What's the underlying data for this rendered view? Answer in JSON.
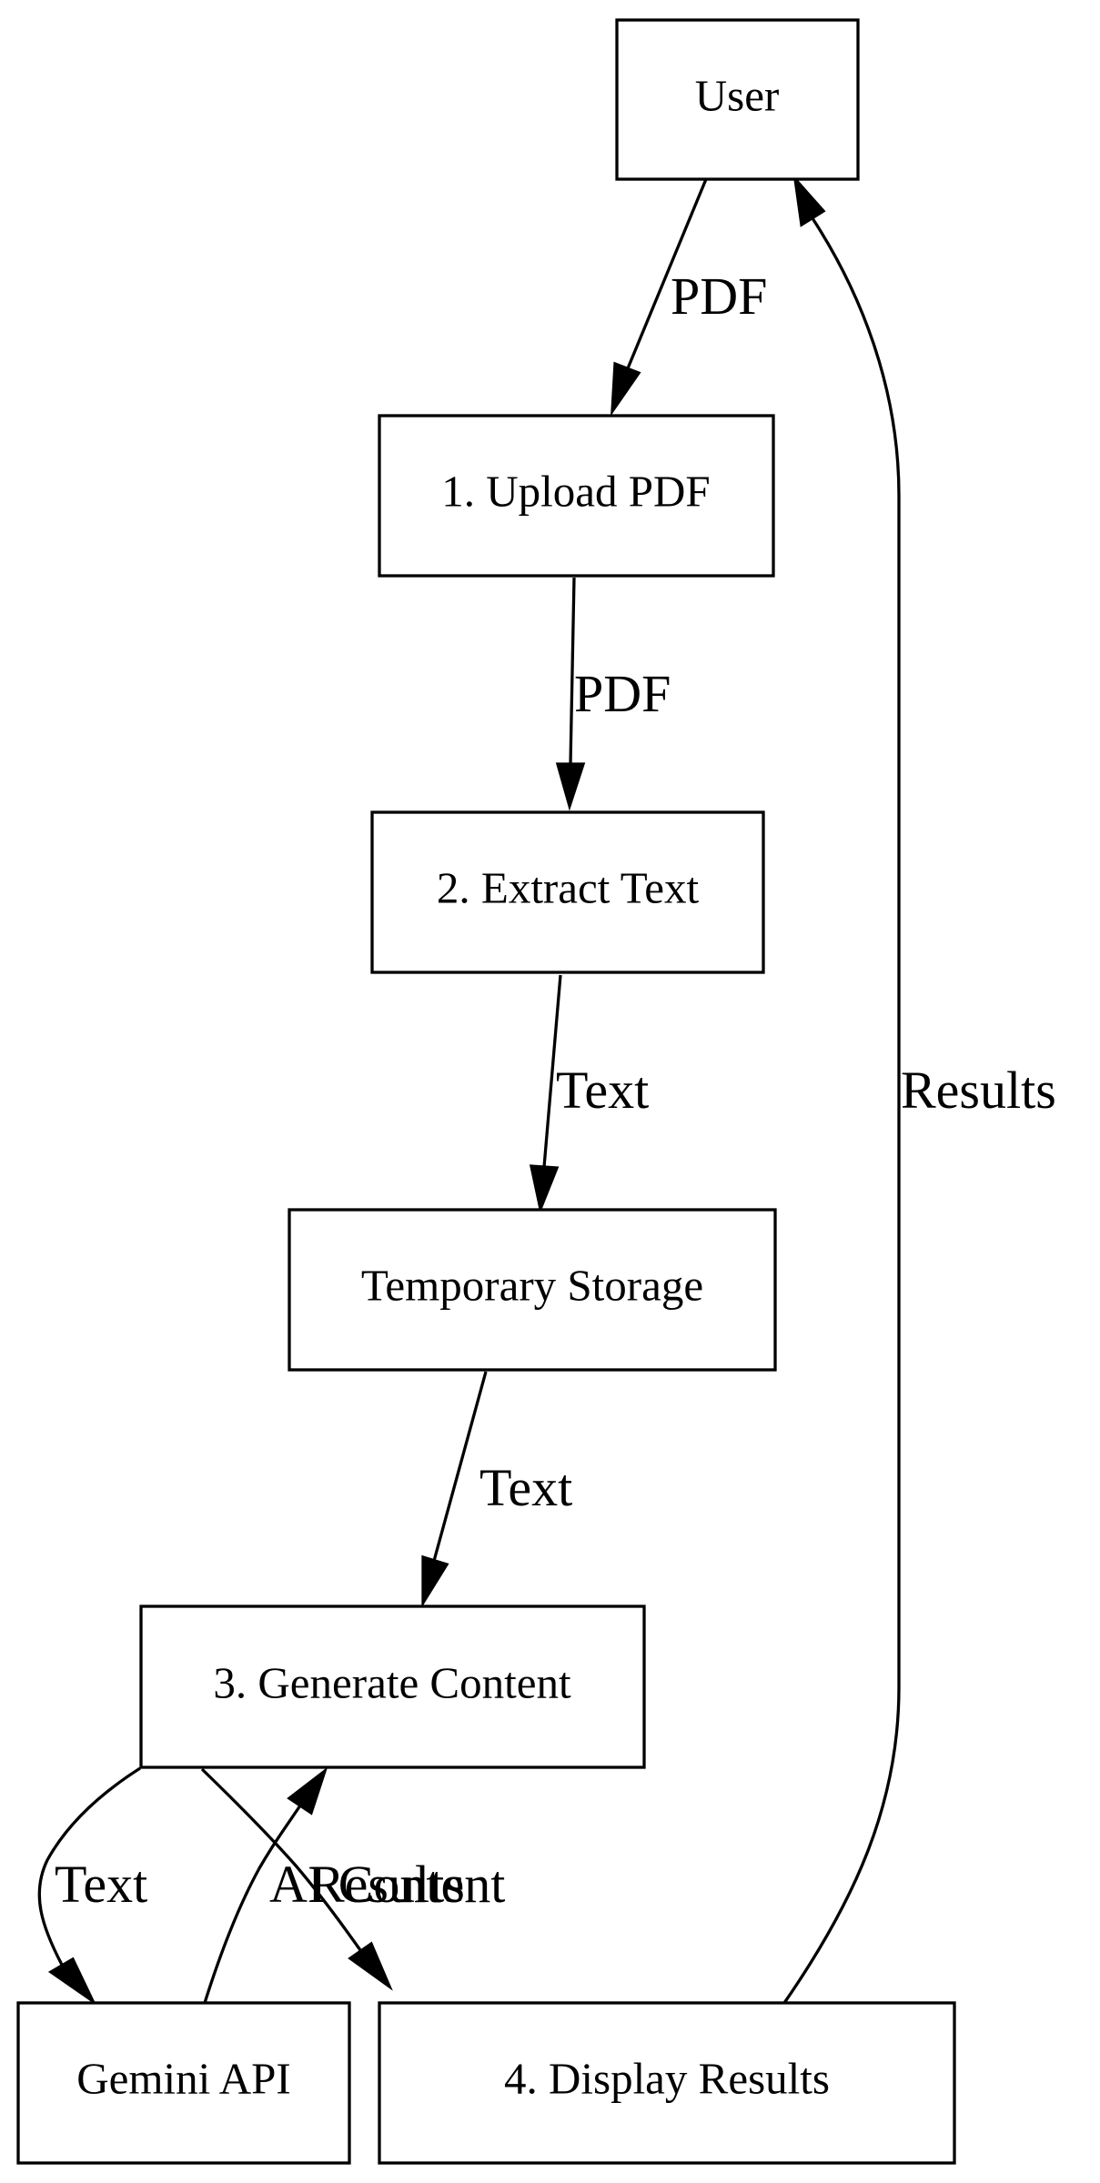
{
  "nodes": {
    "user": "User",
    "upload_pdf": "1. Upload PDF",
    "extract_text": "2. Extract Text",
    "temporary_storage": "Temporary Storage",
    "generate_content": "3. Generate Content",
    "gemini_api": "Gemini API",
    "display_results": "4. Display Results"
  },
  "edges": {
    "user_to_upload": "PDF",
    "upload_to_extract": "PDF",
    "extract_to_storage": "Text",
    "storage_to_generate": "Text",
    "generate_to_gemini": "Text",
    "gemini_to_generate": "AI Content",
    "generate_to_display": "Results",
    "display_to_user": "Results"
  },
  "colors": {
    "stroke": "#000000",
    "background": "#ffffff"
  }
}
